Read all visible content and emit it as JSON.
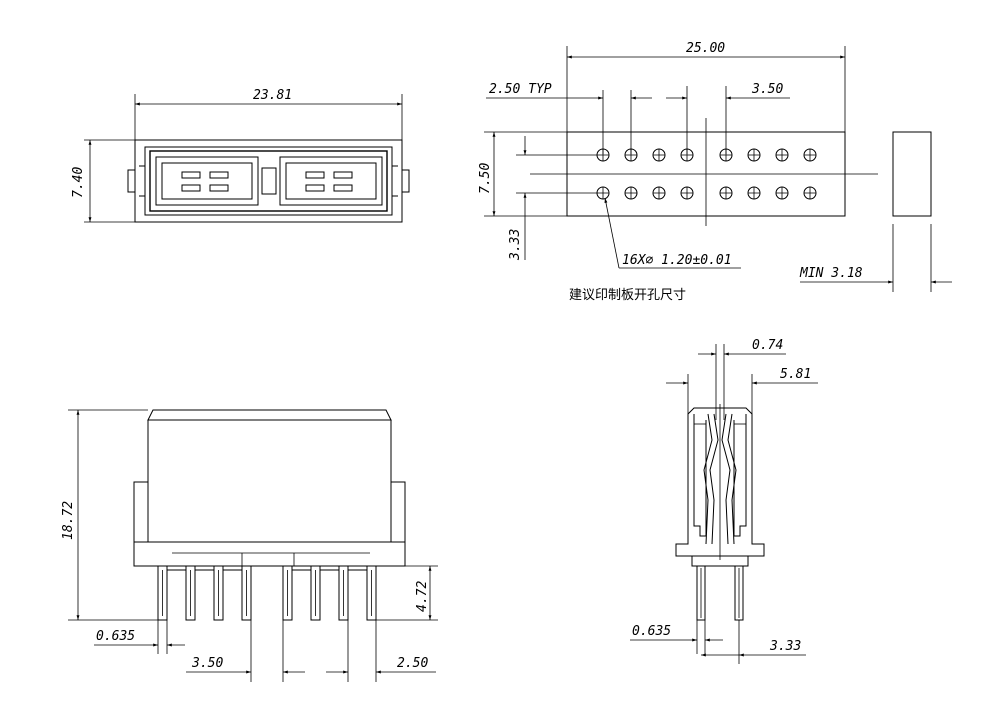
{
  "top_view": {
    "width_dim": "23.81",
    "height_dim": "7.40"
  },
  "pcb_layout": {
    "overall_width": "25.00",
    "pitch_typ": "2.50 TYP",
    "gap": "3.50",
    "row_spacing": "7.50",
    "edge_offset": "3.33",
    "hole_note": "16X⌀ 1.20±0.01",
    "caption": "建议印制板开孔尺寸",
    "min_dim": "MIN 3.18"
  },
  "front_view": {
    "height_dim": "18.72",
    "pin_length": "4.72",
    "pin_width": "0.635",
    "group_gap": "3.50",
    "pitch": "2.50"
  },
  "side_view": {
    "top_dim": "0.74",
    "width_dim": "5.81",
    "pin_width": "0.635",
    "pin_spacing": "3.33"
  }
}
